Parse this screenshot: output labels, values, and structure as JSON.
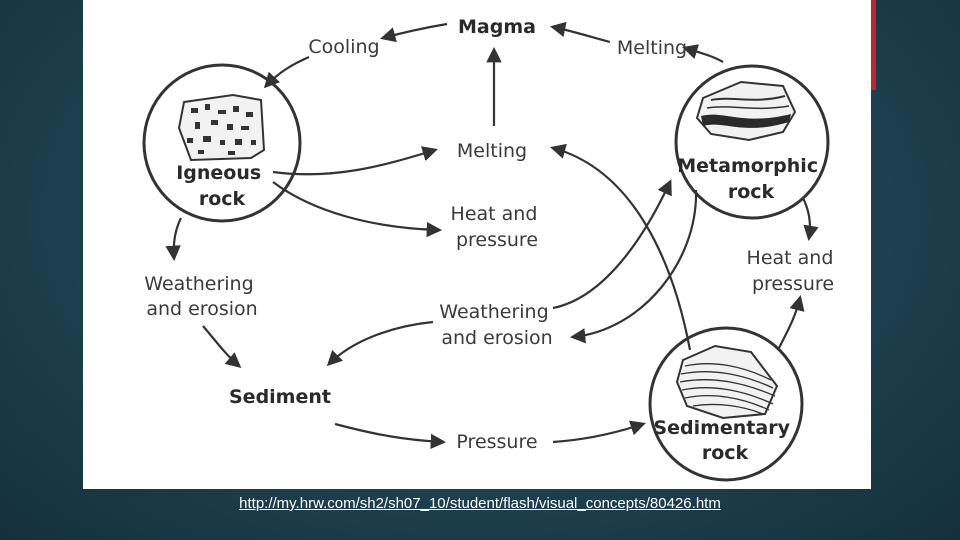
{
  "diagram": {
    "nodes": {
      "magma": "Magma",
      "igneous": [
        "Igneous",
        "rock"
      ],
      "metamorphic": [
        "Metamorphic",
        "rock"
      ],
      "sedimentary": [
        "Sedimentary",
        "rock"
      ],
      "sediment": "Sediment"
    },
    "processes": {
      "cooling": "Cooling",
      "melting_top": "Melting",
      "melting_center": "Melting",
      "heat_pressure_center": [
        "Heat and",
        "pressure"
      ],
      "heat_pressure_right": [
        "Heat and",
        "pressure"
      ],
      "weathering_left": [
        "Weathering",
        "and erosion"
      ],
      "weathering_center": [
        "Weathering",
        "and erosion"
      ],
      "pressure": "Pressure"
    }
  },
  "footer": {
    "source_url": "http://my.hrw.com/sh2/sh07_10/student/flash/visual_concepts/80426.htm"
  },
  "colors": {
    "background": "#1f4150",
    "panel": "#ffffff",
    "accent": "#c0262d",
    "ink": "#333333"
  }
}
